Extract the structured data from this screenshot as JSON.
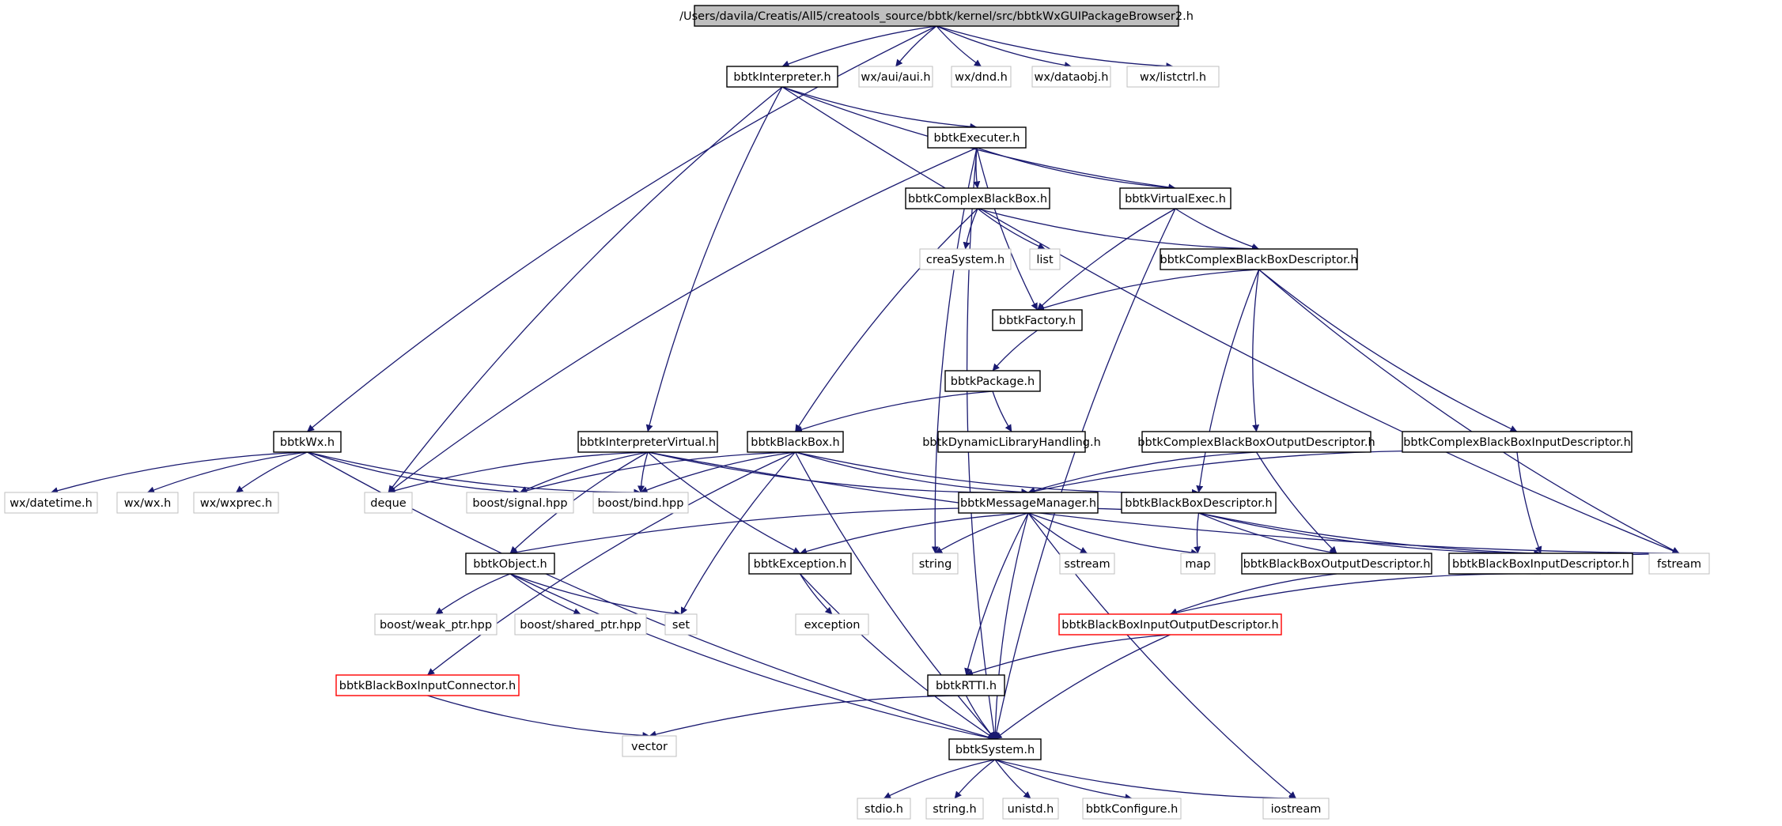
{
  "colors": {
    "edge": "#191970",
    "internal_border": "#000000",
    "external_border": "#bfbfbf",
    "undocumented_border": "#ff0000",
    "root_fill": "#bfbfbf"
  },
  "nodes": [
    {
      "id": "root",
      "label": "/Users/davila/Creatis/All5/creatools_source/bbtk/kernel/src/bbtkWxGUIPackageBrowser2.h",
      "kind": "root"
    },
    {
      "id": "interpreter",
      "label": "bbtkInterpreter.h",
      "kind": "internal"
    },
    {
      "id": "wx_aui",
      "label": "wx/aui/aui.h",
      "kind": "external"
    },
    {
      "id": "wx_dnd",
      "label": "wx/dnd.h",
      "kind": "external"
    },
    {
      "id": "wx_dataobj",
      "label": "wx/dataobj.h",
      "kind": "external"
    },
    {
      "id": "wx_listctrl",
      "label": "wx/listctrl.h",
      "kind": "external"
    },
    {
      "id": "executer",
      "label": "bbtkExecuter.h",
      "kind": "internal"
    },
    {
      "id": "complexbb",
      "label": "bbtkComplexBlackBox.h",
      "kind": "internal"
    },
    {
      "id": "virtualexec",
      "label": "bbtkVirtualExec.h",
      "kind": "internal"
    },
    {
      "id": "creasystem",
      "label": "creaSystem.h",
      "kind": "external"
    },
    {
      "id": "list",
      "label": "list",
      "kind": "external"
    },
    {
      "id": "cbbdesc",
      "label": "bbtkComplexBlackBoxDescriptor.h",
      "kind": "internal"
    },
    {
      "id": "factory",
      "label": "bbtkFactory.h",
      "kind": "internal"
    },
    {
      "id": "package",
      "label": "bbtkPackage.h",
      "kind": "internal"
    },
    {
      "id": "bbtkwx",
      "label": "bbtkWx.h",
      "kind": "internal"
    },
    {
      "id": "interpvirtual",
      "label": "bbtkInterpreterVirtual.h",
      "kind": "internal"
    },
    {
      "id": "blackbox",
      "label": "bbtkBlackBox.h",
      "kind": "internal"
    },
    {
      "id": "dynlib",
      "label": "bbtkDynamicLibraryHandling.h",
      "kind": "internal"
    },
    {
      "id": "cbboutdesc",
      "label": "bbtkComplexBlackBoxOutputDescriptor.h",
      "kind": "internal"
    },
    {
      "id": "cbbindesc",
      "label": "bbtkComplexBlackBoxInputDescriptor.h",
      "kind": "internal"
    },
    {
      "id": "wx_datetime",
      "label": "wx/datetime.h",
      "kind": "external"
    },
    {
      "id": "wx_wx",
      "label": "wx/wx.h",
      "kind": "external"
    },
    {
      "id": "wx_wxprec",
      "label": "wx/wxprec.h",
      "kind": "external"
    },
    {
      "id": "deque",
      "label": "deque",
      "kind": "external"
    },
    {
      "id": "boost_signal",
      "label": "boost/signal.hpp",
      "kind": "external"
    },
    {
      "id": "boost_bind",
      "label": "boost/bind.hpp",
      "kind": "external"
    },
    {
      "id": "msgmanager",
      "label": "bbtkMessageManager.h",
      "kind": "internal"
    },
    {
      "id": "bbdesc",
      "label": "bbtkBlackBoxDescriptor.h",
      "kind": "internal"
    },
    {
      "id": "object",
      "label": "bbtkObject.h",
      "kind": "internal"
    },
    {
      "id": "exception",
      "label": "bbtkException.h",
      "kind": "internal"
    },
    {
      "id": "string",
      "label": "string",
      "kind": "external"
    },
    {
      "id": "sstream",
      "label": "sstream",
      "kind": "external"
    },
    {
      "id": "map",
      "label": "map",
      "kind": "external"
    },
    {
      "id": "bboutdesc",
      "label": "bbtkBlackBoxOutputDescriptor.h",
      "kind": "internal"
    },
    {
      "id": "bbindesc",
      "label": "bbtkBlackBoxInputDescriptor.h",
      "kind": "internal"
    },
    {
      "id": "fstream",
      "label": "fstream",
      "kind": "external"
    },
    {
      "id": "boost_weak",
      "label": "boost/weak_ptr.hpp",
      "kind": "external"
    },
    {
      "id": "boost_shared",
      "label": "boost/shared_ptr.hpp",
      "kind": "external"
    },
    {
      "id": "set",
      "label": "set",
      "kind": "external"
    },
    {
      "id": "std_exception",
      "label": "exception",
      "kind": "external"
    },
    {
      "id": "bbinoutdesc",
      "label": "bbtkBlackBoxInputOutputDescriptor.h",
      "kind": "undocumented"
    },
    {
      "id": "bbinconn",
      "label": "bbtkBlackBoxInputConnector.h",
      "kind": "undocumented"
    },
    {
      "id": "rtti",
      "label": "bbtkRTTI.h",
      "kind": "internal"
    },
    {
      "id": "vector",
      "label": "vector",
      "kind": "external"
    },
    {
      "id": "system",
      "label": "bbtkSystem.h",
      "kind": "internal"
    },
    {
      "id": "stdio",
      "label": "stdio.h",
      "kind": "external"
    },
    {
      "id": "string_h",
      "label": "string.h",
      "kind": "external"
    },
    {
      "id": "unistd",
      "label": "unistd.h",
      "kind": "external"
    },
    {
      "id": "configure",
      "label": "bbtkConfigure.h",
      "kind": "external"
    },
    {
      "id": "iostream",
      "label": "iostream",
      "kind": "external"
    }
  ],
  "edges": [
    [
      "root",
      "interpreter"
    ],
    [
      "root",
      "wx_aui"
    ],
    [
      "root",
      "wx_dnd"
    ],
    [
      "root",
      "wx_dataobj"
    ],
    [
      "root",
      "wx_listctrl"
    ],
    [
      "root",
      "bbtkwx"
    ],
    [
      "interpreter",
      "executer"
    ],
    [
      "interpreter",
      "virtualexec"
    ],
    [
      "interpreter",
      "interpvirtual"
    ],
    [
      "interpreter",
      "deque"
    ],
    [
      "interpreter",
      "fstream"
    ],
    [
      "executer",
      "complexbb"
    ],
    [
      "executer",
      "virtualexec"
    ],
    [
      "executer",
      "factory"
    ],
    [
      "executer",
      "deque"
    ],
    [
      "executer",
      "string"
    ],
    [
      "executer",
      "system"
    ],
    [
      "complexbb",
      "creasystem"
    ],
    [
      "complexbb",
      "list"
    ],
    [
      "complexbb",
      "cbbdesc"
    ],
    [
      "complexbb",
      "blackbox"
    ],
    [
      "virtualexec",
      "cbbdesc"
    ],
    [
      "virtualexec",
      "factory"
    ],
    [
      "virtualexec",
      "system"
    ],
    [
      "cbbdesc",
      "factory"
    ],
    [
      "cbbdesc",
      "cbboutdesc"
    ],
    [
      "cbbdesc",
      "cbbindesc"
    ],
    [
      "cbbdesc",
      "bbdesc"
    ],
    [
      "cbbdesc",
      "fstream"
    ],
    [
      "factory",
      "package"
    ],
    [
      "package",
      "blackbox"
    ],
    [
      "package",
      "dynlib"
    ],
    [
      "bbtkwx",
      "wx_datetime"
    ],
    [
      "bbtkwx",
      "wx_wx"
    ],
    [
      "bbtkwx",
      "wx_wxprec"
    ],
    [
      "bbtkwx",
      "boost_signal"
    ],
    [
      "bbtkwx",
      "boost_bind"
    ],
    [
      "bbtkwx",
      "system"
    ],
    [
      "interpvirtual",
      "deque"
    ],
    [
      "interpvirtual",
      "boost_signal"
    ],
    [
      "interpvirtual",
      "boost_bind"
    ],
    [
      "interpvirtual",
      "msgmanager"
    ],
    [
      "interpvirtual",
      "exception"
    ],
    [
      "interpvirtual",
      "object"
    ],
    [
      "interpvirtual",
      "fstream"
    ],
    [
      "blackbox",
      "boost_signal"
    ],
    [
      "blackbox",
      "boost_bind"
    ],
    [
      "blackbox",
      "msgmanager"
    ],
    [
      "blackbox",
      "bbdesc"
    ],
    [
      "blackbox",
      "set"
    ],
    [
      "blackbox",
      "bbinconn"
    ],
    [
      "blackbox",
      "system"
    ],
    [
      "cbboutdesc",
      "msgmanager"
    ],
    [
      "cbboutdesc",
      "bboutdesc"
    ],
    [
      "cbbindesc",
      "msgmanager"
    ],
    [
      "cbbindesc",
      "bbindesc"
    ],
    [
      "msgmanager",
      "string"
    ],
    [
      "msgmanager",
      "sstream"
    ],
    [
      "msgmanager",
      "map"
    ],
    [
      "msgmanager",
      "exception"
    ],
    [
      "msgmanager",
      "rtti"
    ],
    [
      "msgmanager",
      "system"
    ],
    [
      "msgmanager",
      "iostream"
    ],
    [
      "bbdesc",
      "object"
    ],
    [
      "bbdesc",
      "map"
    ],
    [
      "bbdesc",
      "bboutdesc"
    ],
    [
      "bbdesc",
      "bbindesc"
    ],
    [
      "bbdesc",
      "fstream"
    ],
    [
      "object",
      "boost_weak"
    ],
    [
      "object",
      "boost_shared"
    ],
    [
      "object",
      "set"
    ],
    [
      "object",
      "system"
    ],
    [
      "exception",
      "std_exception"
    ],
    [
      "exception",
      "system"
    ],
    [
      "bboutdesc",
      "bbinoutdesc"
    ],
    [
      "bbindesc",
      "bbinoutdesc"
    ],
    [
      "bbinoutdesc",
      "rtti"
    ],
    [
      "bbinoutdesc",
      "system"
    ],
    [
      "bbinconn",
      "vector"
    ],
    [
      "rtti",
      "vector"
    ],
    [
      "rtti",
      "system"
    ],
    [
      "system",
      "stdio"
    ],
    [
      "system",
      "string_h"
    ],
    [
      "system",
      "unistd"
    ],
    [
      "system",
      "configure"
    ],
    [
      "system",
      "iostream"
    ]
  ]
}
